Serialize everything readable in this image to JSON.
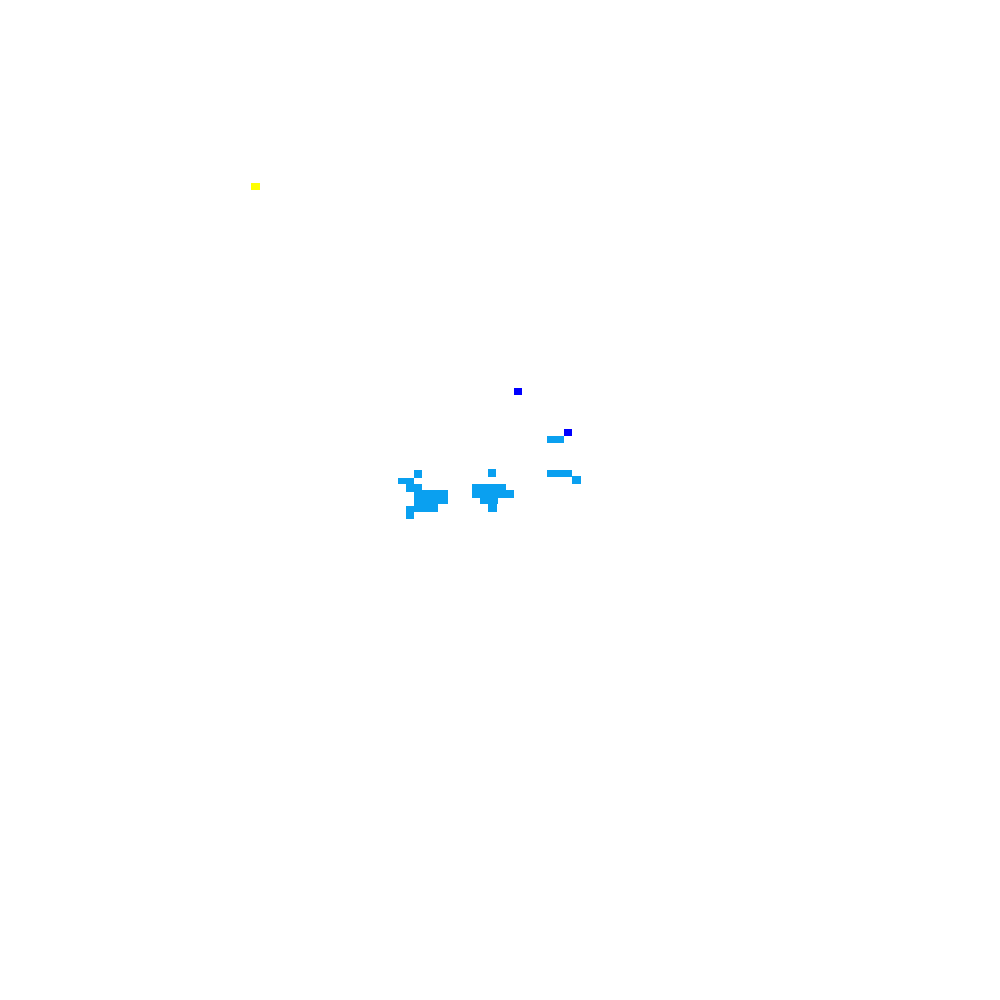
{
  "scene": {
    "background_color": "#ffffff",
    "colors": {
      "goal": "#ffff00",
      "agent": "#0000ff",
      "water": "#0aa0f0"
    },
    "entities": [
      {
        "name": "goal-marker",
        "color_key": "goal"
      },
      {
        "name": "agent-marker",
        "color_key": "agent"
      },
      {
        "name": "agent-marker",
        "color_key": "agent"
      }
    ],
    "water_clusters": 4
  }
}
